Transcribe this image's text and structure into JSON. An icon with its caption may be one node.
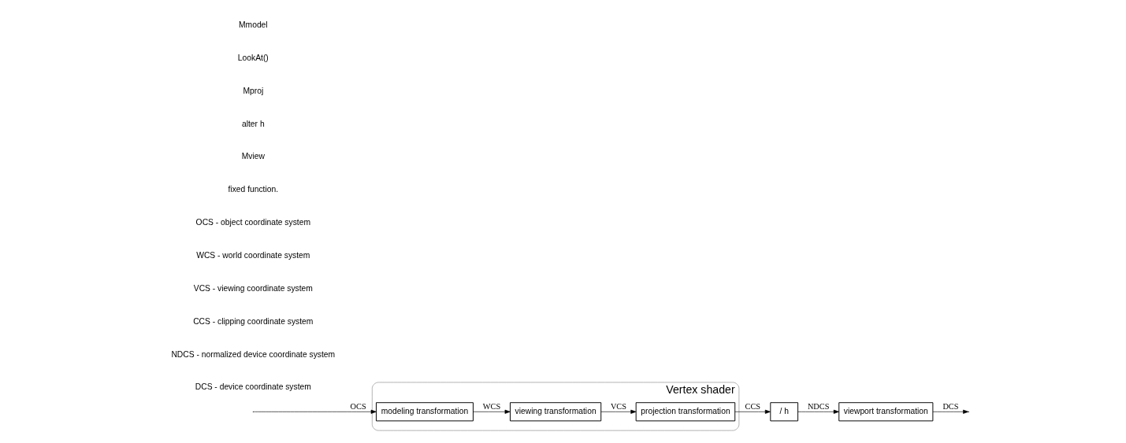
{
  "diagram": {
    "nodes": [
      {
        "text": [
          "Vertex shader"
        ]
      },
      {
        "text": [
          "modeling transformation"
        ],
        "in": 0
      },
      {
        "text": [
          "viewing transformation"
        ],
        "in": 0
      },
      {
        "text": [
          "projection transformation"
        ],
        "in": 0
      },
      {
        "text": [
          "/ h"
        ]
      },
      {
        "text": [
          "viewport transformation"
        ]
      }
    ],
    "edges": [
      {
        "from": null,
        "to": 1,
        "arrow": "to",
        "label": "OCS"
      },
      {
        "from": 1,
        "to": 2,
        "arrow": "to",
        "label": "WCS"
      },
      {
        "from": 2,
        "to": 3,
        "arrow": "to",
        "label": "VCS"
      },
      {
        "from": 3,
        "to": 4,
        "arrow": "to",
        "label": "CCS"
      },
      {
        "from": 4,
        "to": 5,
        "arrow": "to",
        "label": "NDCS"
      },
      {
        "from": 5,
        "to": null,
        "arrow": "to",
        "label": "DCS"
      }
    ],
    "labels": [
      "Mmodel",
      "LookAt()",
      "Mproj",
      "alter h",
      "Mview",
      "fixed function.",
      "OCS - object coordinate system",
      "WCS - world coordinate system",
      "VCS - viewing coordinate system",
      "CCS - clipping coordinate system",
      "NDCS - normalized device coordinate system",
      "DCS - device coordinate system"
    ]
  }
}
